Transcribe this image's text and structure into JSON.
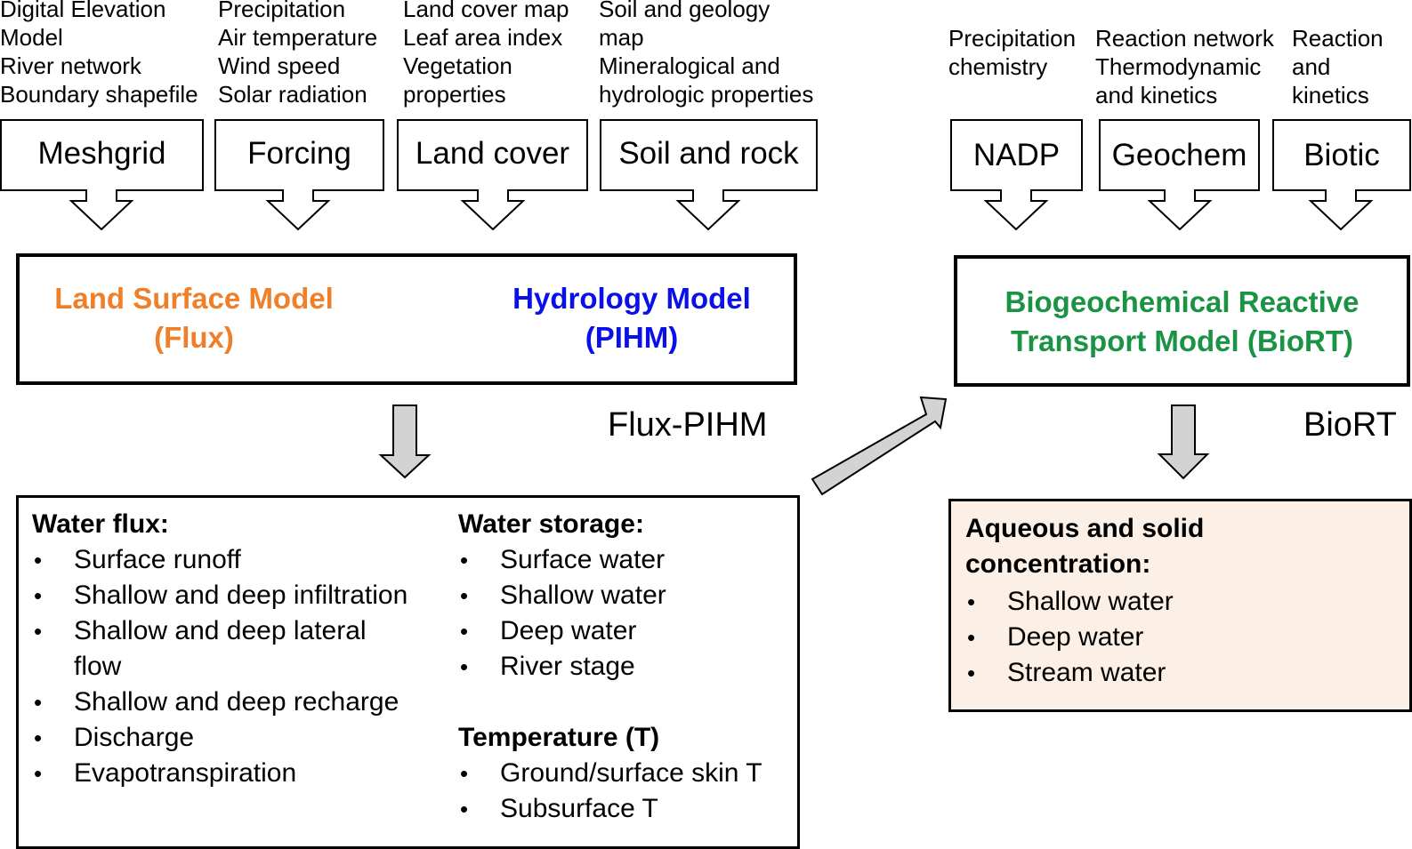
{
  "inputs": {
    "meshgrid": {
      "label": "Meshgrid",
      "sources": [
        "Digital Elevation",
        "Model",
        "River network",
        "Boundary shapefile"
      ]
    },
    "forcing": {
      "label": "Forcing",
      "sources": [
        "Precipitation",
        "Air temperature",
        "Wind speed",
        "Solar radiation"
      ]
    },
    "land_cover": {
      "label": "Land cover",
      "sources": [
        "Land cover map",
        "Leaf area index",
        "Vegetation",
        "properties"
      ]
    },
    "soil_rock": {
      "label": "Soil and rock",
      "sources": [
        "Soil and geology",
        "map",
        "Mineralogical and",
        "hydrologic properties"
      ]
    },
    "nadp": {
      "label": "NADP",
      "sources": [
        "Precipitation",
        "chemistry"
      ]
    },
    "geochem": {
      "label": "Geochem",
      "sources": [
        "Reaction network",
        "Thermodynamic",
        "and kinetics"
      ]
    },
    "biotic": {
      "label": "Biotic",
      "sources": [
        "Reaction",
        "and",
        "kinetics"
      ]
    }
  },
  "flux_pihm": {
    "lsm_line1": "Land Surface Model",
    "lsm_line2": "(Flux)",
    "hydro_line1": "Hydrology Model",
    "hydro_line2": "(PIHM)",
    "tag": "Flux-PIHM",
    "lsm_color": "#f07f2a",
    "hydro_color": "#0a10e8"
  },
  "biort": {
    "line1": "Biogeochemical Reactive",
    "line2": "Transport Model (BioRT)",
    "tag": "BioRT",
    "color": "#1a9444"
  },
  "flux_outputs": {
    "water_flux": {
      "heading": "Water flux:",
      "items": [
        "Surface runoff",
        "Shallow and deep infiltration",
        "Shallow and deep lateral",
        "flow",
        "Shallow and deep recharge",
        "Discharge",
        "Evapotranspiration"
      ]
    },
    "water_storage": {
      "heading": "Water storage:",
      "items": [
        "Surface water",
        "Shallow water",
        "Deep water",
        "River stage"
      ]
    },
    "temperature": {
      "heading": "Temperature (T)",
      "items": [
        "Ground/surface skin T",
        "Subsurface T"
      ]
    }
  },
  "biort_outputs": {
    "heading_line1": "Aqueous and solid",
    "heading_line2": "concentration:",
    "items": [
      "Shallow water",
      "Deep water",
      "Stream water"
    ],
    "background": "#fbefe6"
  },
  "bullet_char": "•"
}
